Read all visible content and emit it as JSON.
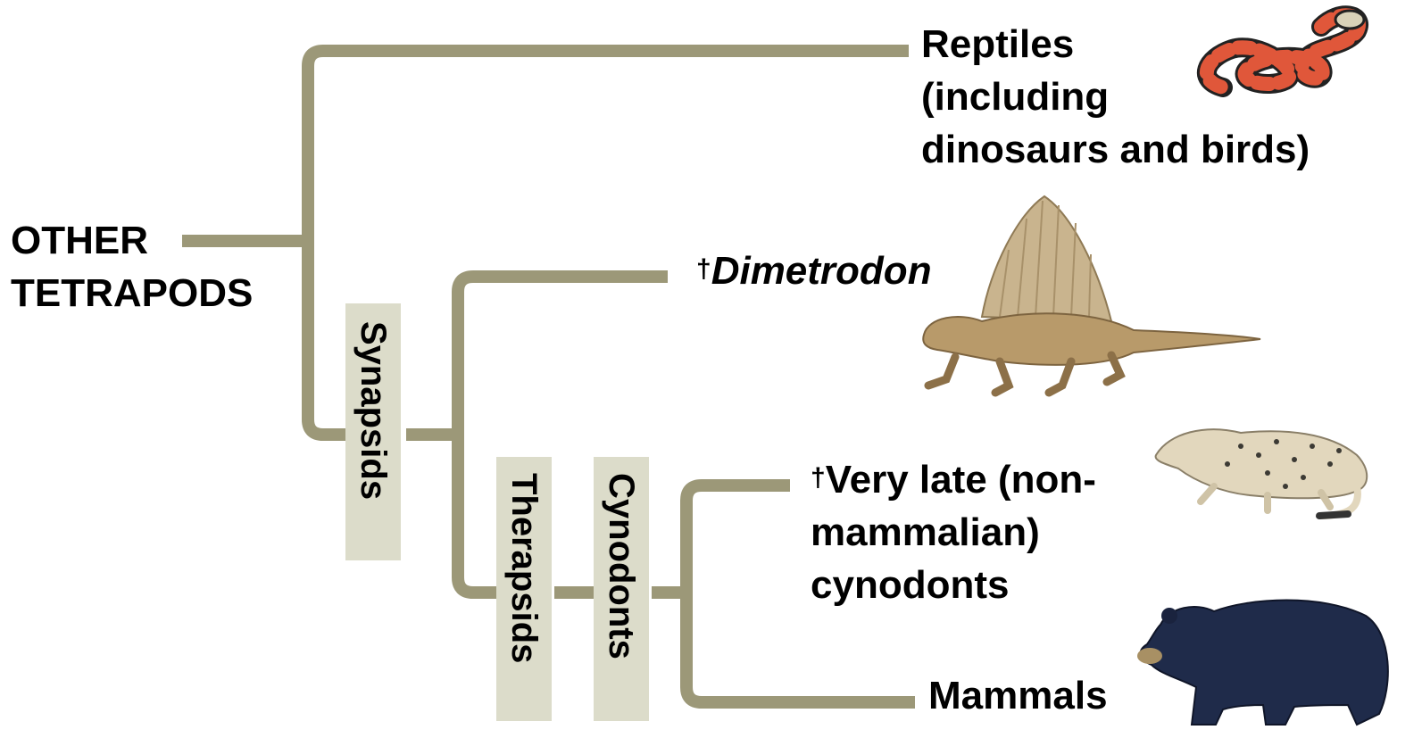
{
  "colors": {
    "branch": "#9c9878",
    "clade_box": "#dcdcca",
    "text": "#000000"
  },
  "root": {
    "line1": "OTHER",
    "line2": "TETRAPODS"
  },
  "taxa": {
    "reptiles": {
      "line1": "Reptiles",
      "line2": "(including",
      "line3": "dinosaurs and birds)",
      "icon": "snake-icon"
    },
    "dimetrodon": {
      "dagger": "†",
      "name": "Dimetrodon",
      "icon": "dimetrodon-icon"
    },
    "cynodonts": {
      "dagger": "†",
      "line1": "Very late (non-",
      "line2": "mammalian)",
      "line3": "cynodonts",
      "icon": "cynodont-icon"
    },
    "mammals": {
      "name": "Mammals",
      "icon": "bear-icon"
    }
  },
  "clades": {
    "synapsids": "Synapsids",
    "therapsids": "Therapsids",
    "cynodonts": "Cynodonts"
  }
}
